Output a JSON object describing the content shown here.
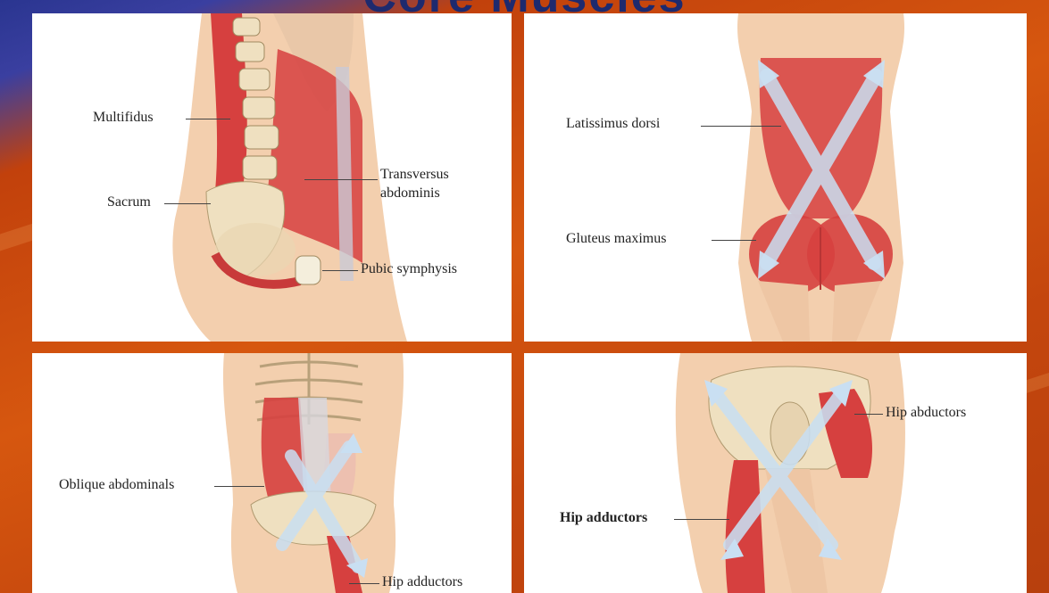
{
  "slide": {
    "title": "Core Muscles"
  },
  "panels": {
    "side": {
      "labels": {
        "multifidus": "Multifidus",
        "sacrum": "Sacrum",
        "transversus": "Transversus",
        "abdominis": "abdominis",
        "pubic": "Pubic symphysis"
      }
    },
    "back": {
      "labels": {
        "lat": "Latissimus dorsi",
        "glute": "Gluteus maximus"
      }
    },
    "front": {
      "labels": {
        "oblique": "Oblique abdominals",
        "adductors": "Hip adductors"
      }
    },
    "hip": {
      "labels": {
        "abductors": "Hip abductors",
        "adductors": "Hip adductors"
      }
    }
  },
  "colors": {
    "muscle": "#d6403f",
    "skin": "#f3cfae",
    "bone": "#efe0c0",
    "arrow": "#c9dff2",
    "background_blue": "#2a3590",
    "background_orange": "#d6570f"
  }
}
